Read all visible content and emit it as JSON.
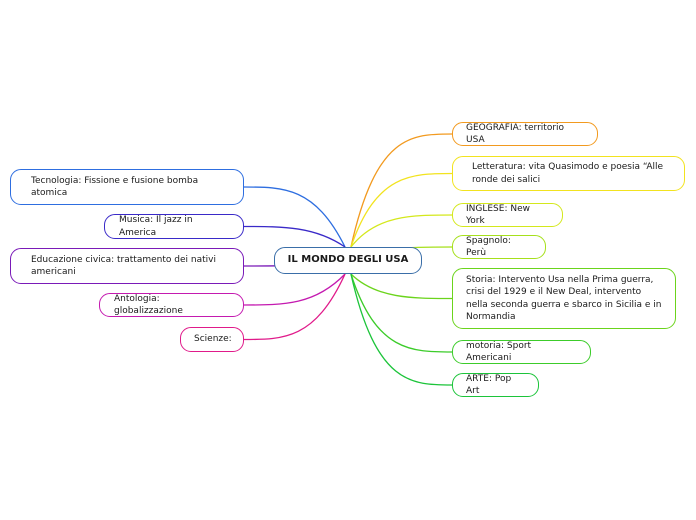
{
  "center": {
    "label": "IL MONDO DEGLI USA",
    "color": "#3a6ea8"
  },
  "nodes": [
    {
      "id": "geografia",
      "label": "GEOGRAFIA: territorio USA",
      "color": "#f29a1f"
    },
    {
      "id": "letteratura",
      "label": "Letteratura: vita Quasimodo e poesia “Alle ronde dei salici",
      "color": "#f2e31f"
    },
    {
      "id": "inglese",
      "label": "INGLESE: New York",
      "color": "#d4e81c"
    },
    {
      "id": "spagnolo",
      "label": "Spagnolo: Perù",
      "color": "#a6e01c"
    },
    {
      "id": "storia",
      "label": "Storia: Intervento Usa nella Prima guerra, crisi del 1929 e il New Deal, intervento nella seconda guerra e sbarco in Sicilia e in Normandia",
      "color": "#6bd41c"
    },
    {
      "id": "motoria",
      "label": "motoria: Sport Americani",
      "color": "#3ccc2a"
    },
    {
      "id": "arte",
      "label": "ARTE: Pop Art",
      "color": "#1cc43a"
    },
    {
      "id": "tecnologia",
      "label": "Tecnologia: Fissione e fusione bomba atomica",
      "color": "#2e6ee0"
    },
    {
      "id": "musica",
      "label": "Musica: Il jazz in America",
      "color": "#3a2ac8"
    },
    {
      "id": "educazione",
      "label": "Educazione civica: trattamento dei nativi americani",
      "color": "#7a1ab8"
    },
    {
      "id": "antologia",
      "label": "Antologia: globalizzazione",
      "color": "#c41ab0"
    },
    {
      "id": "scienze",
      "label": "Scienze:",
      "color": "#e01a8a"
    }
  ]
}
